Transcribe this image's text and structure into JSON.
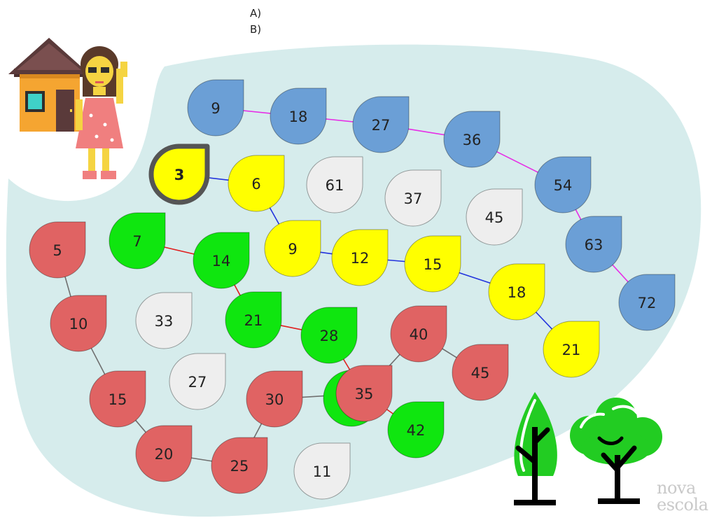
{
  "question": {
    "option_a": "A)",
    "option_b": "B)"
  },
  "brand": {
    "line1": "nova",
    "line2": "escola"
  },
  "colors": {
    "region": "#d6ecec",
    "blue": "#6b9fd6",
    "yellow": "#ffff00",
    "green": "#0fe60f",
    "red": "#e06363",
    "gray": "#eeeeee",
    "arrow_blue": "#2233dd",
    "arrow_magenta": "#e62ee6",
    "arrow_red": "#e02020",
    "arrow_gray": "#707070",
    "tree": "#22cc22"
  },
  "drops": [
    {
      "id": "b9",
      "label": "9",
      "color": "blue"
    },
    {
      "id": "b18",
      "label": "18",
      "color": "blue"
    },
    {
      "id": "b27",
      "label": "27",
      "color": "blue"
    },
    {
      "id": "b36",
      "label": "36",
      "color": "blue"
    },
    {
      "id": "b54",
      "label": "54",
      "color": "blue"
    },
    {
      "id": "b63",
      "label": "63",
      "color": "blue"
    },
    {
      "id": "b72",
      "label": "72",
      "color": "blue"
    },
    {
      "id": "y3",
      "label": "3",
      "color": "yellow",
      "start": true
    },
    {
      "id": "y6",
      "label": "6",
      "color": "yellow"
    },
    {
      "id": "y9",
      "label": "9",
      "color": "yellow"
    },
    {
      "id": "y12",
      "label": "12",
      "color": "yellow"
    },
    {
      "id": "y15",
      "label": "15",
      "color": "yellow"
    },
    {
      "id": "y18",
      "label": "18",
      "color": "yellow"
    },
    {
      "id": "y21",
      "label": "21",
      "color": "yellow"
    },
    {
      "id": "g7",
      "label": "7",
      "color": "green"
    },
    {
      "id": "g14",
      "label": "14",
      "color": "green"
    },
    {
      "id": "g21",
      "label": "21",
      "color": "green"
    },
    {
      "id": "g28",
      "label": "28",
      "color": "green"
    },
    {
      "id": "g35",
      "label": "",
      "color": "green"
    },
    {
      "id": "g42",
      "label": "42",
      "color": "green"
    },
    {
      "id": "r5",
      "label": "5",
      "color": "red"
    },
    {
      "id": "r10",
      "label": "10",
      "color": "red"
    },
    {
      "id": "r15",
      "label": "15",
      "color": "red"
    },
    {
      "id": "r20",
      "label": "20",
      "color": "red"
    },
    {
      "id": "r25",
      "label": "25",
      "color": "red"
    },
    {
      "id": "r30",
      "label": "30",
      "color": "red"
    },
    {
      "id": "r35",
      "label": "35",
      "color": "red"
    },
    {
      "id": "r40",
      "label": "40",
      "color": "red"
    },
    {
      "id": "r45",
      "label": "45",
      "color": "red"
    },
    {
      "id": "w61",
      "label": "61",
      "color": "gray"
    },
    {
      "id": "w37",
      "label": "37",
      "color": "gray"
    },
    {
      "id": "w45",
      "label": "45",
      "color": "gray"
    },
    {
      "id": "w33",
      "label": "33",
      "color": "gray"
    },
    {
      "id": "w27",
      "label": "27",
      "color": "gray"
    },
    {
      "id": "w11",
      "label": "11",
      "color": "gray"
    }
  ],
  "arrows": [
    {
      "from": "b9",
      "to": "b18",
      "color": "arrow_magenta"
    },
    {
      "from": "b18",
      "to": "b27",
      "color": "arrow_magenta"
    },
    {
      "from": "b27",
      "to": "b36",
      "color": "arrow_magenta"
    },
    {
      "from": "b36",
      "to": "b54",
      "color": "arrow_magenta"
    },
    {
      "from": "b54",
      "to": "b63",
      "color": "arrow_magenta"
    },
    {
      "from": "b63",
      "to": "b72",
      "color": "arrow_magenta"
    },
    {
      "from": "y3",
      "to": "y6",
      "color": "arrow_blue"
    },
    {
      "from": "y6",
      "to": "y9",
      "color": "arrow_blue"
    },
    {
      "from": "y9",
      "to": "y12",
      "color": "arrow_blue"
    },
    {
      "from": "y12",
      "to": "y15",
      "color": "arrow_blue"
    },
    {
      "from": "y15",
      "to": "y18",
      "color": "arrow_blue"
    },
    {
      "from": "y18",
      "to": "y21",
      "color": "arrow_blue"
    },
    {
      "from": "g7",
      "to": "g14",
      "color": "arrow_red"
    },
    {
      "from": "g14",
      "to": "g21",
      "color": "arrow_red"
    },
    {
      "from": "g21",
      "to": "g28",
      "color": "arrow_red"
    },
    {
      "from": "g28",
      "to": "r35",
      "color": "arrow_red"
    },
    {
      "from": "r35",
      "to": "g42",
      "color": "arrow_red"
    },
    {
      "from": "r5",
      "to": "r10",
      "color": "arrow_gray"
    },
    {
      "from": "r10",
      "to": "r15",
      "color": "arrow_gray"
    },
    {
      "from": "r15",
      "to": "r20",
      "color": "arrow_gray"
    },
    {
      "from": "r20",
      "to": "r25",
      "color": "arrow_gray"
    },
    {
      "from": "r25",
      "to": "r30",
      "color": "arrow_gray"
    },
    {
      "from": "r30",
      "to": "r35",
      "color": "arrow_gray"
    },
    {
      "from": "r35",
      "to": "r40",
      "color": "arrow_gray"
    },
    {
      "from": "r40",
      "to": "r45",
      "color": "arrow_gray"
    }
  ]
}
